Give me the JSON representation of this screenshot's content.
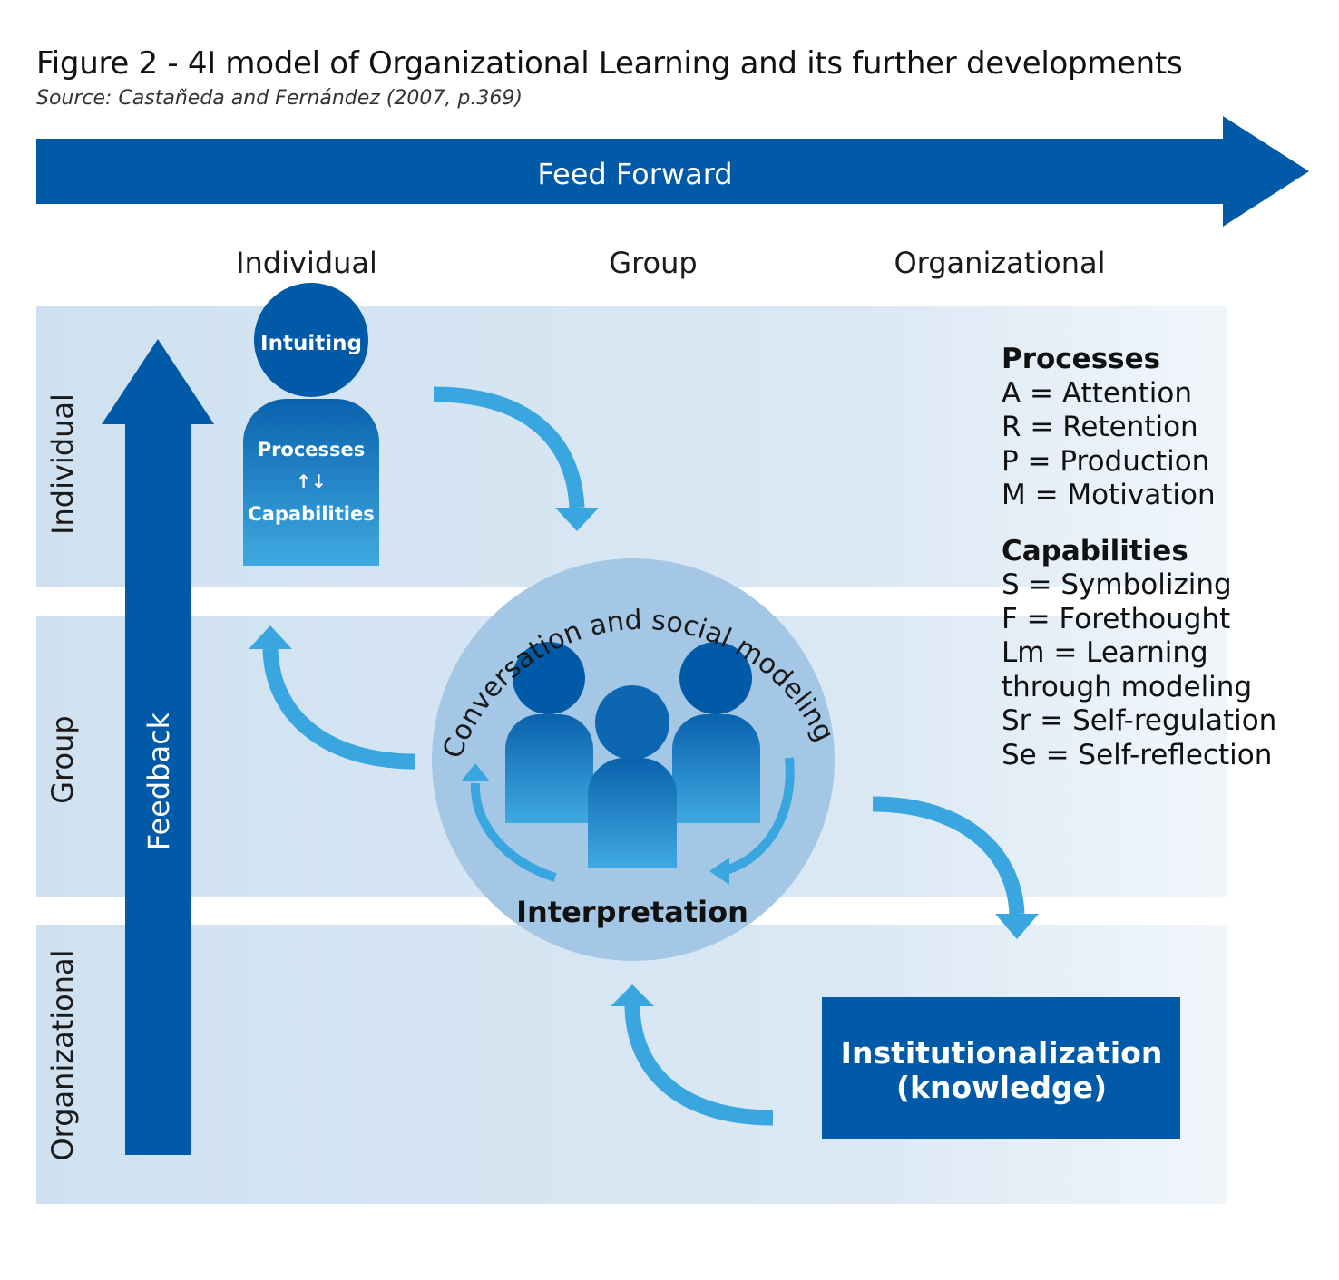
{
  "figure": {
    "title": "Figure 2 - 4I model of Organizational Learning and its further developments",
    "source": "Source: Castañeda and Fernández (2007, p.369)"
  },
  "arrows": {
    "feed_forward": "Feed Forward",
    "feedback": "Feedback"
  },
  "levels": {
    "columns": [
      "Individual",
      "Group",
      "Organizational"
    ],
    "rows": [
      "Individual",
      "Group",
      "Organizational"
    ]
  },
  "intuiting": {
    "head_label": "Intuiting",
    "body_line1": "Processes",
    "body_symbol": "↑↓",
    "body_line2": "Capabilities"
  },
  "interpretation": {
    "ring_text": "Conversation and social modeling",
    "label": "Interpretation"
  },
  "institutionalization": {
    "line1": "Institutionalization",
    "line2": "(knowledge)"
  },
  "legend": {
    "processes_heading": "Processes",
    "processes": [
      "A = Attention",
      "R = Retention",
      "P = Production",
      "M = Motivation"
    ],
    "capabilities_heading": "Capabilities",
    "capabilities": [
      "S = Symbolizing",
      "F = Forethought",
      "Lm = Learning",
      "through modeling",
      "Sr = Self-regulation",
      "Se = Self-reflection"
    ]
  },
  "colors": {
    "dark_blue": "#005aa7",
    "light_blue": "#3aa6df",
    "band_light": "#cfe1f0",
    "circle": "#a3c7e4"
  }
}
